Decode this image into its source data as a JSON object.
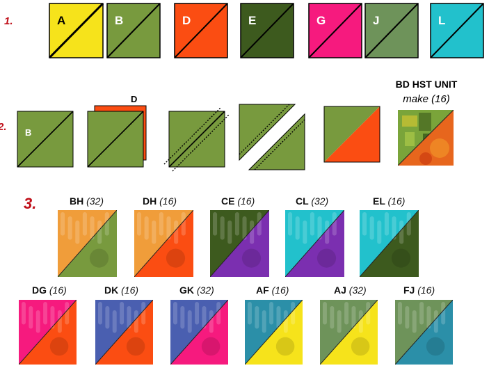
{
  "steps": {
    "s1": "1.",
    "s2": "2.",
    "s3": "3."
  },
  "colors": {
    "A": "#f6e31b",
    "B": "#789a3e",
    "D": "#fb4d12",
    "E": "#3d5a1e",
    "G": "#f61a7e",
    "J": "#6e935a",
    "L": "#22c1cc",
    "C": "#7b2fb0",
    "H": "#f09d3a",
    "K": "#4a5fb0",
    "F": "#2b8fa8"
  },
  "swatches": [
    "A",
    "B",
    "D",
    "E",
    "G",
    "J",
    "L"
  ],
  "step2": {
    "square_label": "B",
    "back_label": "D",
    "unit_title": "BD HST UNIT",
    "unit_sub": "make (16)"
  },
  "units_row1": [
    {
      "code": "BH",
      "count": "(32)"
    },
    {
      "code": "DH",
      "count": "(16)"
    },
    {
      "code": "CE",
      "count": "(16)"
    },
    {
      "code": "CL",
      "count": "(32)"
    },
    {
      "code": "EL",
      "count": "(16)"
    }
  ],
  "units_row2": [
    {
      "code": "DG",
      "count": "(16)"
    },
    {
      "code": "DK",
      "count": "(16)"
    },
    {
      "code": "GK",
      "count": "(32)"
    },
    {
      "code": "AF",
      "count": "(16)"
    },
    {
      "code": "AJ",
      "count": "(32)"
    },
    {
      "code": "FJ",
      "count": "(16)"
    }
  ]
}
